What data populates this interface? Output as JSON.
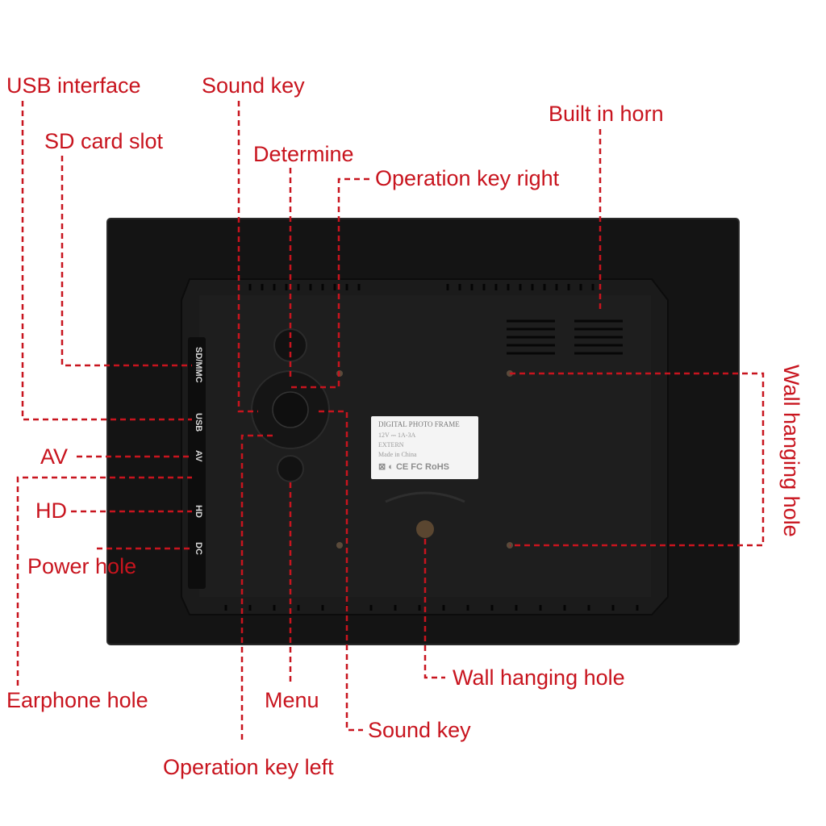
{
  "callouts": {
    "usb_interface": "USB interface",
    "sound_key_top": "Sound key",
    "built_in_horn": "Built in horn",
    "sd_card_slot": "SD card slot",
    "determine": "Determine",
    "operation_key_right": "Operation key right",
    "wall_hanging_hole_side": "Wall hanging hole",
    "av": "AV",
    "hd": "HD",
    "power_hole": "Power hole",
    "earphone_hole": "Earphone hole",
    "menu": "Menu",
    "wall_hanging_hole_bottom": "Wall hanging hole",
    "sound_key_bottom": "Sound key",
    "operation_key_left": "Operation key left"
  },
  "port_labels": {
    "sd_mmc": "SD/MMC",
    "usb": "USB",
    "av": "AV",
    "hd": "HD",
    "dc": "DC"
  },
  "sticker": {
    "title": "DIGITAL PHOTO FRAME",
    "rating": "12V ⎓ 1A-3A",
    "extern": "EXTERN",
    "origin": "Made in China",
    "marks": "⊠ ◐ CE FC RoHS"
  },
  "colors": {
    "callout_red": "#c8141e",
    "frame_black": "#141414",
    "panel_black": "#1b1b1b"
  }
}
